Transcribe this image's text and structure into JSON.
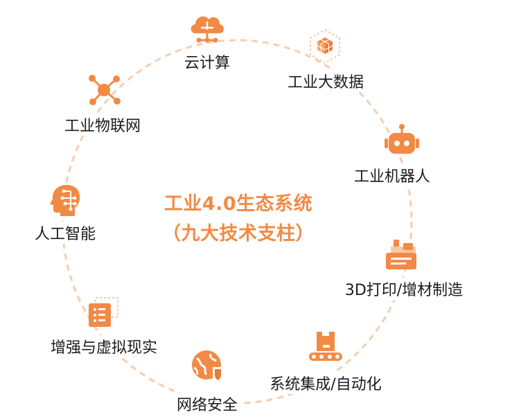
{
  "center": {
    "title": "工业4.0生态系统",
    "subtitle": "（九大技术支柱）"
  },
  "colors": {
    "accent": "#f28a46",
    "accent_light": "#f9c7a3",
    "ring": "#f6cdb0",
    "text": "#1a1a1a"
  },
  "nodes": [
    {
      "id": "cloud",
      "label": "云计算",
      "icon": "cloud-network-icon"
    },
    {
      "id": "bigdata",
      "label": "工业大数据",
      "icon": "data-cubes-icon"
    },
    {
      "id": "robot",
      "label": "工业机器人",
      "icon": "robot-head-icon"
    },
    {
      "id": "print3d",
      "label": "3D打印/增材制造",
      "icon": "3d-printer-icon"
    },
    {
      "id": "integration",
      "label": "系统集成/自动化",
      "icon": "conveyor-box-icon"
    },
    {
      "id": "security",
      "label": "网络安全",
      "icon": "globe-shield-icon"
    },
    {
      "id": "arvr",
      "label": "增强与虚拟现实",
      "icon": "ar-device-icon"
    },
    {
      "id": "ai",
      "label": "人工智能",
      "icon": "ai-head-icon"
    },
    {
      "id": "iot",
      "label": "工业物联网",
      "icon": "iot-molecule-icon"
    }
  ]
}
